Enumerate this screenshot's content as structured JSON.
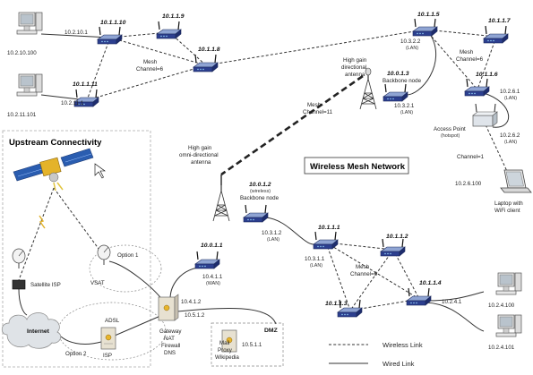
{
  "network_title": "Wireless Mesh Network",
  "upstream_title": "Upstream Connectivity",
  "dmz_title": "DMZ",
  "legend": {
    "wireless": "Wireless Link",
    "wired": "Wired Link"
  },
  "routers": [
    {
      "id": "r10110",
      "name": "10.1.1.10"
    },
    {
      "id": "r1019",
      "name": "10.1.1.9"
    },
    {
      "id": "r1018",
      "name": "10.1.1.8"
    },
    {
      "id": "r10111",
      "name": "10.1.1.11"
    },
    {
      "id": "r1015",
      "name": "10.1.1.5"
    },
    {
      "id": "r1017",
      "name": "10.1.1.7"
    },
    {
      "id": "r1016",
      "name": "10.1.1.6"
    },
    {
      "id": "r0013",
      "name": "10.0.1.3"
    },
    {
      "id": "r0012",
      "name": "10.0.1.2"
    },
    {
      "id": "r0011",
      "name": "10.0.1.1"
    },
    {
      "id": "r1011",
      "name": "10.1.1.1"
    },
    {
      "id": "r1012",
      "name": "10.1.1.2"
    },
    {
      "id": "r1013",
      "name": "10.1.1.3"
    },
    {
      "id": "r1014",
      "name": "10.1.1.4"
    }
  ],
  "texts": {
    "pc1_ip": "10.2.10.100",
    "pc1_link": "10.2.10.1",
    "pc2_ip": "10.2.11.101",
    "pc2_link": "10.2.11.1",
    "mesh_left_1": "Mesh",
    "mesh_left_2": "Channel=6",
    "mesh_right_1": "Mesh",
    "mesh_right_2": "Channel=6",
    "mesh_mid_1": "Mesh",
    "mesh_mid_2": "Channel=11",
    "mesh_low_1": "Mesh",
    "mesh_low_2": "Channel=6",
    "ant_top_1": "High gain",
    "ant_top_2": "directional",
    "ant_top_3": "antenna",
    "backbone_node_top": "Backbone node",
    "ip_1032_2": "10.3.2.2",
    "ip_1032_2_sub": "(LAN)",
    "ip_1032_1": "10.3.2.1",
    "ip_1032_1_sub": "(LAN)",
    "ip_1026_1": "10.2.6.1",
    "ip_1026_1_sub": "(LAN)",
    "ip_1026_2": "10.2.6.2",
    "ip_1026_2_sub": "(LAN)",
    "ap_1": "Access Point",
    "ap_2": "(hotspot)",
    "channel_1": "Channel=1",
    "laptop_ip": "10.2.6.100",
    "laptop_1": "Laptop with",
    "laptop_2": "WiFi client",
    "ant_omni_1": "High gain",
    "ant_omni_2": "omni-directional",
    "ant_omni_3": "antenna",
    "r0012_sub": "(wireless)",
    "backbone_node_mid": "Backbone node",
    "ip_1031_2": "10.3.1.2",
    "ip_1031_2_sub": "(LAN)",
    "ip_1031_1": "10.3.1.1",
    "ip_1031_1_sub": "(LAN)",
    "ip_1041_1": "10.4.1.1",
    "ip_1041_1_sub": "(WAN)",
    "ip_1041_2": "10.4.1.2",
    "ip_1051_2": "10.5.1.2",
    "ip_1051_1": "10.5.1.1",
    "ip_1024_1": "10.2.4.1",
    "ip_1024_100": "10.2.4.100",
    "ip_1024_101": "10.2.4.101",
    "gateway_1": "Gateway",
    "gateway_2": "NAT",
    "gateway_3": "Firewall",
    "gateway_4": "DNS",
    "dmz_srv_1": "Mail",
    "dmz_srv_2": "Proxy",
    "dmz_srv_3": "Wikipedia",
    "option1": "Option 1",
    "option2": "Option 2",
    "vsat": "VSAT",
    "adsl": "ADSL",
    "isp": "ISP",
    "sat_isp": "Satellite ISP",
    "internet": "Internet"
  },
  "links": [
    {
      "from": "pc1",
      "to": "r10110",
      "kind": "wired"
    },
    {
      "from": "pc2",
      "to": "r10111",
      "kind": "wired"
    },
    {
      "from": "r10110",
      "to": "r1019",
      "kind": "wireless"
    },
    {
      "from": "r10110",
      "to": "r10111",
      "kind": "wireless"
    },
    {
      "from": "r10110",
      "to": "r1018",
      "kind": "wireless"
    },
    {
      "from": "r1019",
      "to": "r1018",
      "kind": "wireless"
    },
    {
      "from": "r10111",
      "to": "r1018",
      "kind": "wireless"
    },
    {
      "from": "r1018",
      "to": "r1015",
      "kind": "wireless"
    },
    {
      "from": "r1015",
      "to": "r1017",
      "kind": "wireless"
    },
    {
      "from": "r1015",
      "to": "r1016",
      "kind": "wireless"
    },
    {
      "from": "r1017",
      "to": "r1016",
      "kind": "wireless"
    },
    {
      "from": "r1015",
      "to": "r0013",
      "kind": "wired"
    },
    {
      "from": "r1016",
      "to": "ap",
      "kind": "wired"
    },
    {
      "from": "ap",
      "to": "laptop",
      "kind": "wireless"
    },
    {
      "from": "r0012",
      "to": "r1011",
      "kind": "wired"
    },
    {
      "from": "r1011",
      "to": "r1012",
      "kind": "wireless"
    },
    {
      "from": "r1011",
      "to": "r1013",
      "kind": "wireless"
    },
    {
      "from": "r1011",
      "to": "r1014",
      "kind": "wireless"
    },
    {
      "from": "r1012",
      "to": "r1013",
      "kind": "wireless"
    },
    {
      "from": "r1012",
      "to": "r1014",
      "kind": "wireless"
    },
    {
      "from": "r1013",
      "to": "r1014",
      "kind": "wireless"
    },
    {
      "from": "r1014",
      "to": "pc3",
      "kind": "wired"
    },
    {
      "from": "r1014",
      "to": "pc4",
      "kind": "wired"
    },
    {
      "from": "r0011",
      "to": "gateway",
      "kind": "wired"
    },
    {
      "from": "gateway",
      "to": "dmz",
      "kind": "wired"
    },
    {
      "from": "gateway",
      "to": "isp",
      "kind": "wired"
    },
    {
      "from": "gateway",
      "to": "vsat",
      "kind": "wired"
    },
    {
      "from": "isp",
      "to": "internet",
      "kind": "wired"
    },
    {
      "from": "satisp",
      "to": "internet",
      "kind": "wired"
    },
    {
      "from": "sat",
      "to": "satisp",
      "kind": "wireless"
    },
    {
      "from": "sat",
      "to": "vsat",
      "kind": "wireless"
    },
    {
      "from": "ant_top",
      "to": "ant_omni",
      "kind": "backbone"
    }
  ]
}
